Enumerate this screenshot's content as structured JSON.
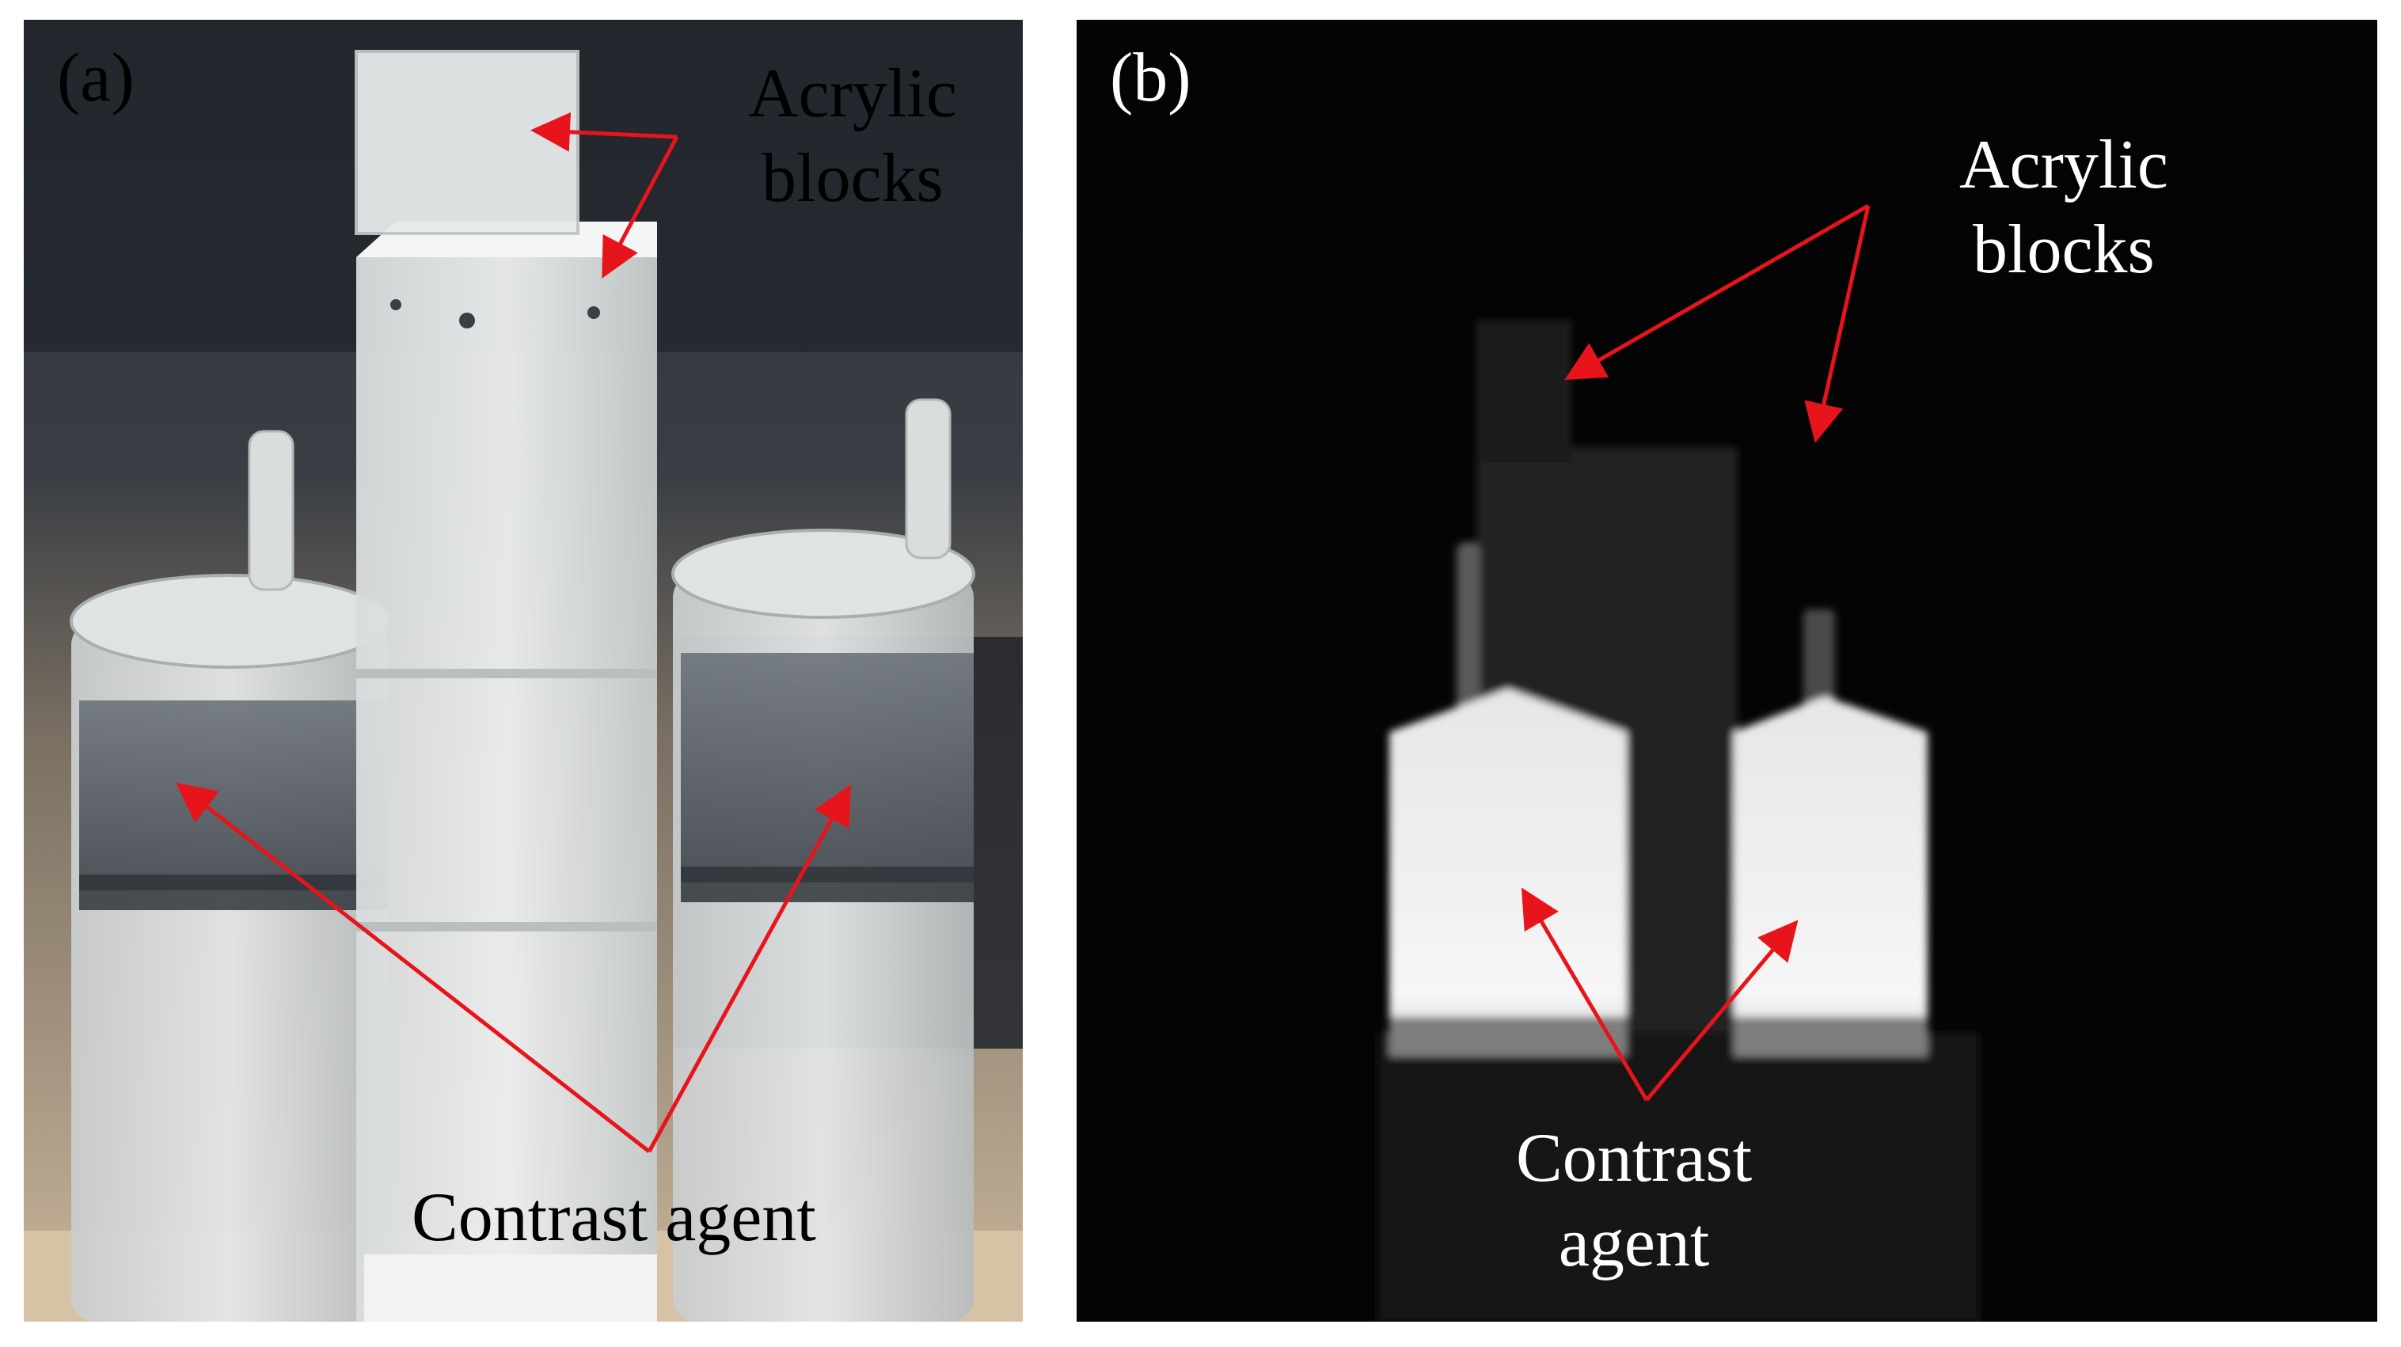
{
  "figure": {
    "panel_a": {
      "letter": "(a)",
      "blocks_label": {
        "line1": "Acrylic",
        "line2": "blocks"
      },
      "agent_label": "Contrast agent"
    },
    "panel_b": {
      "letter": "(b)",
      "blocks_label": {
        "line1": "Acrylic",
        "line2": "blocks"
      },
      "agent_label": {
        "line1": "Contrast",
        "line2": "agent"
      }
    }
  },
  "colors": {
    "arrow": "#e8141c",
    "panel_b_background": "#040404",
    "agent_glow": "#f2f2f2"
  }
}
